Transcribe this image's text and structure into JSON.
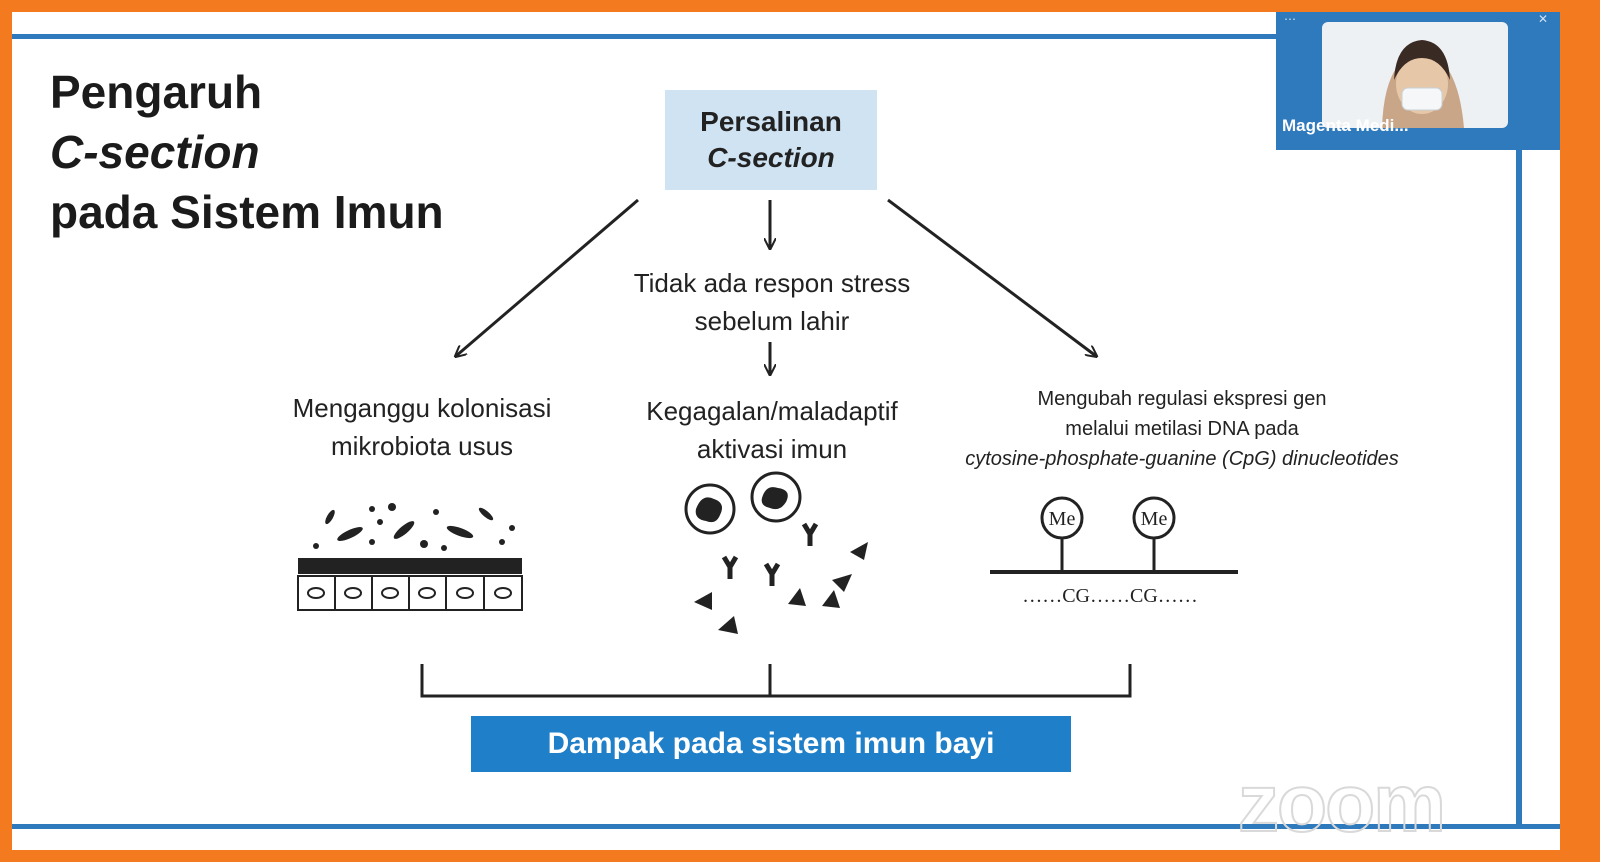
{
  "slide": {
    "title_line1_normal": "Pengaruh ",
    "title_line1_italic": "C-section",
    "title_line2": "pada Sistem Imun",
    "root_line1": "Persalinan",
    "root_line2": "C-section",
    "middle_step_line1": "Tidak ada respon stress",
    "middle_step_line2": "sebelum lahir",
    "col1_line1": "Menganggu kolonisasi",
    "col1_line2": "mikrobiota usus",
    "col2_line1": "Kegagalan/maladaptif",
    "col2_line2": "aktivasi imun",
    "col3_line1": "Mengubah regulasi ekspresi gen",
    "col3_line2": "melalui metilasi DNA pada",
    "col3_line3": "cytosine-phosphate-guanine (CpG) dinucleotides",
    "methyl_label": "Me",
    "dna_sequence": "……CG……CG……",
    "outcome": "Dampak pada sistem imun bayi"
  },
  "zoom": {
    "participant_name": "Magenta Medi...",
    "watermark": "zoom"
  },
  "colors": {
    "frame": "#f47a1f",
    "accent_blue": "#2f79bd",
    "root_box": "#cfe3f3",
    "outcome_box": "#1f7fc8"
  }
}
